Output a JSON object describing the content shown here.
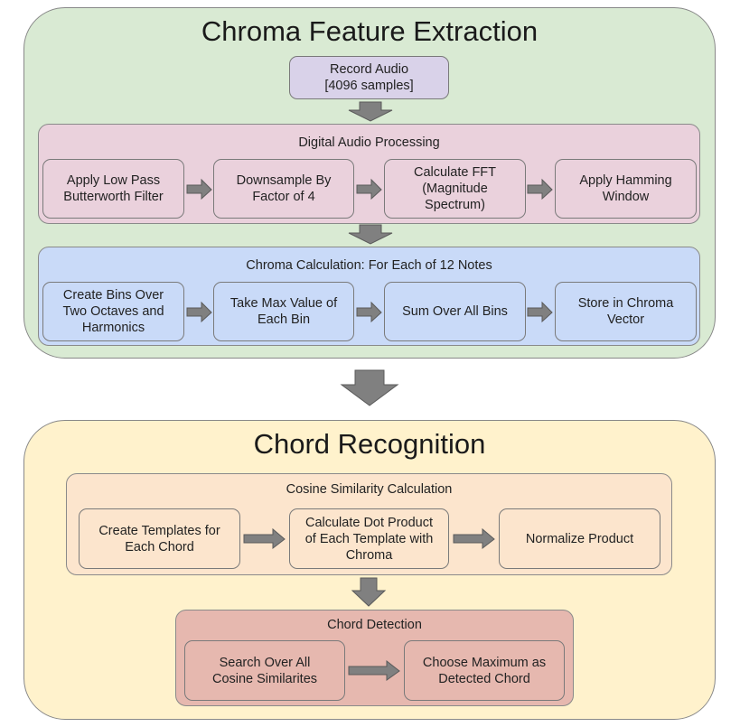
{
  "colors": {
    "chroma_panel": "#d9ead3",
    "chord_panel": "#fff2cc",
    "record_box": "#d9d2e9",
    "dap_group": "#ead1dc",
    "chroma_group": "#c9daf8",
    "cosine_group": "#fce5cd",
    "detection_group": "#e6b8af",
    "arrow_fill": "#808080",
    "arrow_stroke": "#5a5a5a"
  },
  "chroma_feature_extraction": {
    "title": "Chroma Feature Extraction",
    "record_audio": "Record Audio\n[4096 samples]",
    "digital_audio_processing": {
      "title": "Digital Audio Processing",
      "steps": [
        "Apply Low Pass\nButterworth Filter",
        "Downsample By\nFactor of 4",
        "Calculate FFT\n(Magnitude\nSpectrum)",
        "Apply Hamming\nWindow"
      ]
    },
    "chroma_calculation": {
      "title": "Chroma Calculation: For Each of 12 Notes",
      "steps": [
        "Create Bins Over\nTwo Octaves and\nHarmonics",
        "Take Max Value of\nEach Bin",
        "Sum Over All Bins",
        "Store in Chroma\nVector"
      ]
    }
  },
  "chord_recognition": {
    "title": "Chord Recognition",
    "cosine_similarity": {
      "title": "Cosine Similarity Calculation",
      "steps": [
        "Create Templates for\nEach Chord",
        "Calculate Dot Product\nof Each Template with\nChroma",
        "Normalize Product"
      ]
    },
    "chord_detection": {
      "title": "Chord Detection",
      "steps": [
        "Search Over All\nCosine Similarites",
        "Choose Maximum as\nDetected Chord"
      ]
    }
  }
}
